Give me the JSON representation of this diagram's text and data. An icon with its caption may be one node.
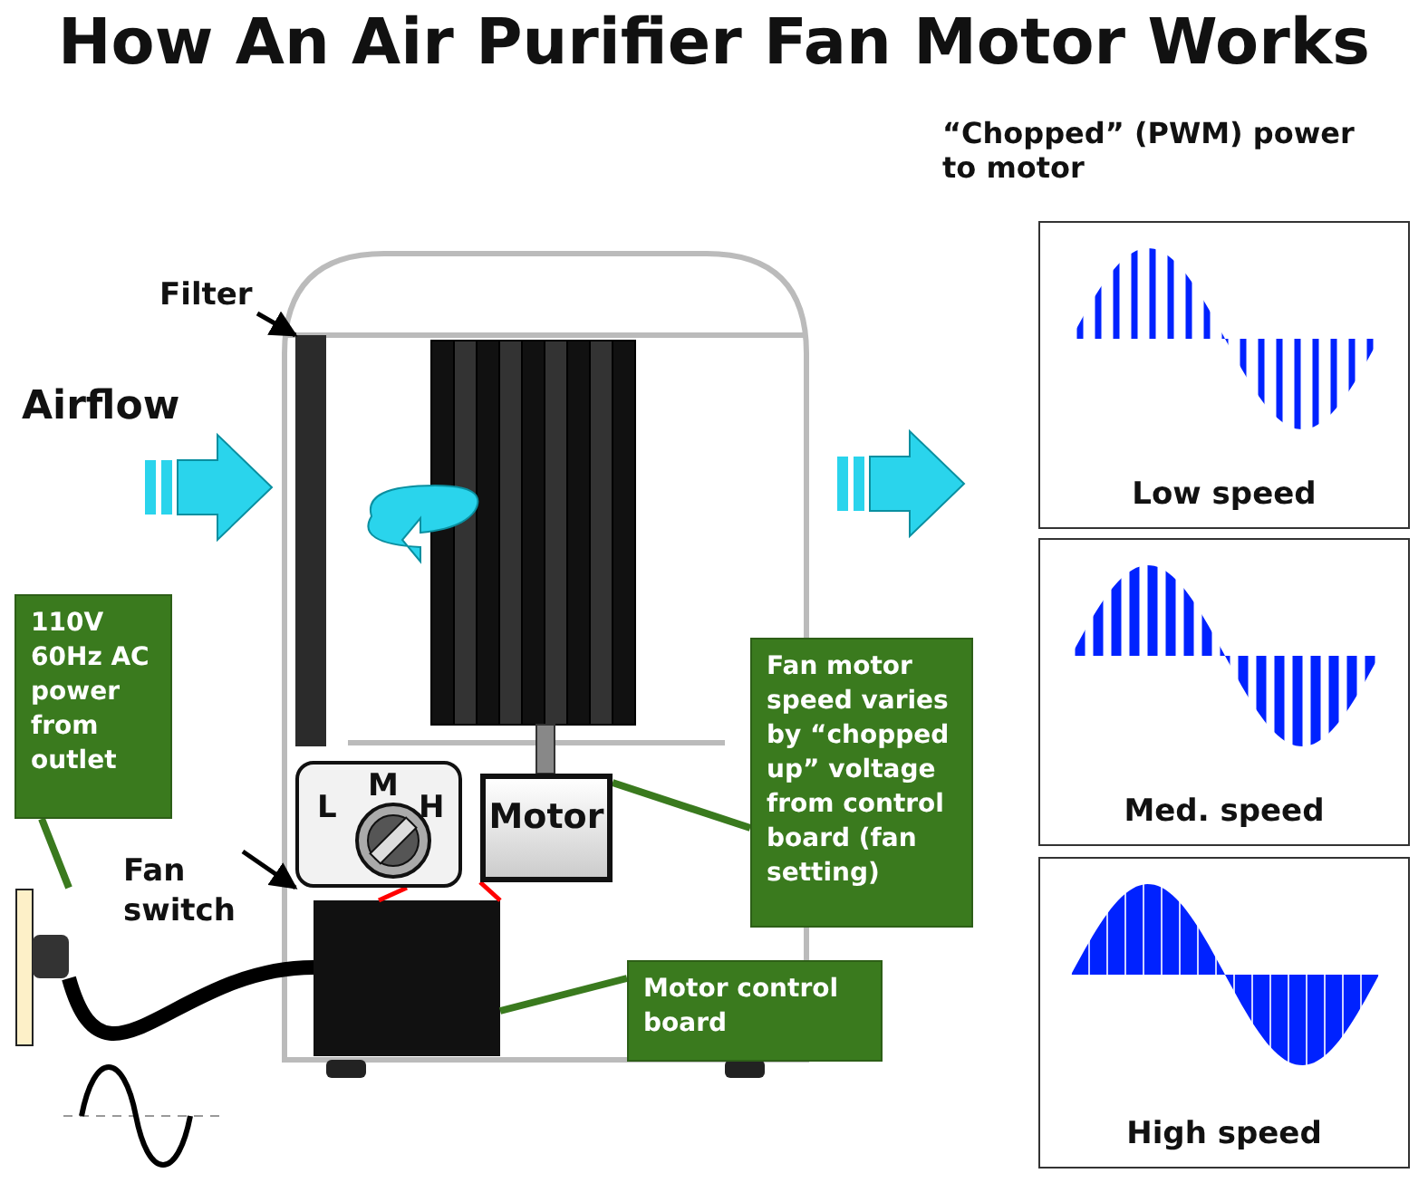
{
  "diagram": {
    "title": "How An Air Purifier Fan Motor Works",
    "nodes": [
      {
        "text": [
          "Filter"
        ]
      },
      {
        "text": [],
        "shape": "bar"
      },
      {
        "text": [
          "Motor"
        ]
      },
      {
        "text": [
          "L",
          "M",
          "H"
        ]
      },
      {
        "text": [
          "Fan switch"
        ]
      },
      {
        "text": [],
        "shape": "box"
      },
      {
        "text": [
          "110V 60Hz AC power from outlet"
        ]
      },
      {
        "text": [],
        "shape": "bar"
      },
      {
        "text": [
          "Fan motor speed varies by “chopped up” voltage from control board (fan setting)"
        ]
      },
      {
        "text": [
          "Motor control board"
        ]
      },
      {
        "text": [
          "Low speed"
        ]
      },
      {
        "text": [
          "Med. speed"
        ]
      },
      {
        "text": [
          "High speed"
        ]
      }
    ],
    "edges": [
      {
        "from": 0,
        "to": 1,
        "arrow": "to"
      },
      {
        "from": 4,
        "to": 3,
        "arrow": "to"
      },
      {
        "from": 6,
        "to": 7,
        "arrow": "none",
        "color": "#3a7a1e"
      },
      {
        "from": 8,
        "to": 2,
        "arrow": "none",
        "color": "#3a7a1e"
      },
      {
        "from": 9,
        "to": 5,
        "arrow": "none",
        "color": "#3a7a1e"
      },
      {
        "from": 7,
        "to": 5,
        "arrow": "none",
        "style": "thick"
      },
      {
        "from": 5,
        "to": 2,
        "arrow": "none",
        "color": "#ff0000"
      },
      {
        "from": 5,
        "to": 3,
        "arrow": "none",
        "color": "#ff0000"
      }
    ],
    "labels": [
      "Airflow",
      "“Chopped” (PWM) power to motor"
    ]
  }
}
